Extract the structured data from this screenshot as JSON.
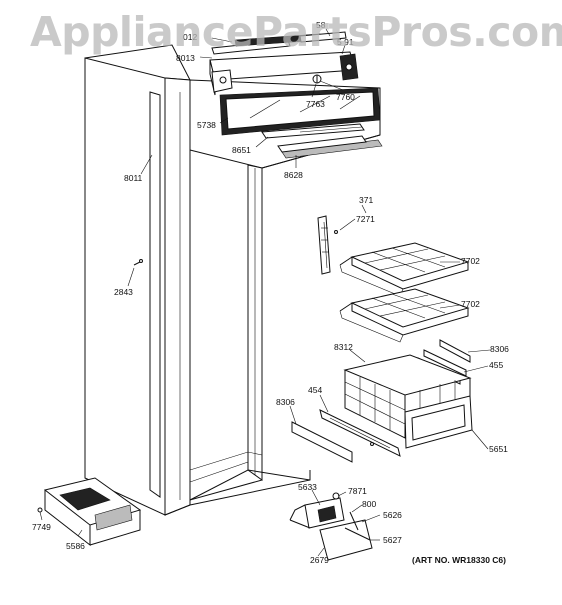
{
  "watermark": "AppliancePartsPros.com",
  "art_number": "(ART NO. WR18330 C6)",
  "callouts": {
    "c012": "012",
    "c58": "58",
    "c5791": "5 91",
    "c8013": "8013",
    "c7763": "7763",
    "c7760": "7760",
    "c5738": "5738",
    "c8651": "8651",
    "c8628": "8628",
    "c8011": "8011",
    "c371": "371",
    "c7271": "7271",
    "c2843": "2843",
    "c7702a": "7702",
    "c7702b": "7702",
    "c8312": "8312",
    "c8306a": "8306",
    "c455": "455",
    "c454": "454",
    "c8306b": "8306",
    "c5651": "5651",
    "c5633": "5633",
    "c7871": "7871",
    "c800": "800",
    "c5626": "5626",
    "c5627": "5627",
    "c2679": "2679",
    "c7749": "7749",
    "c5586": "5586"
  }
}
